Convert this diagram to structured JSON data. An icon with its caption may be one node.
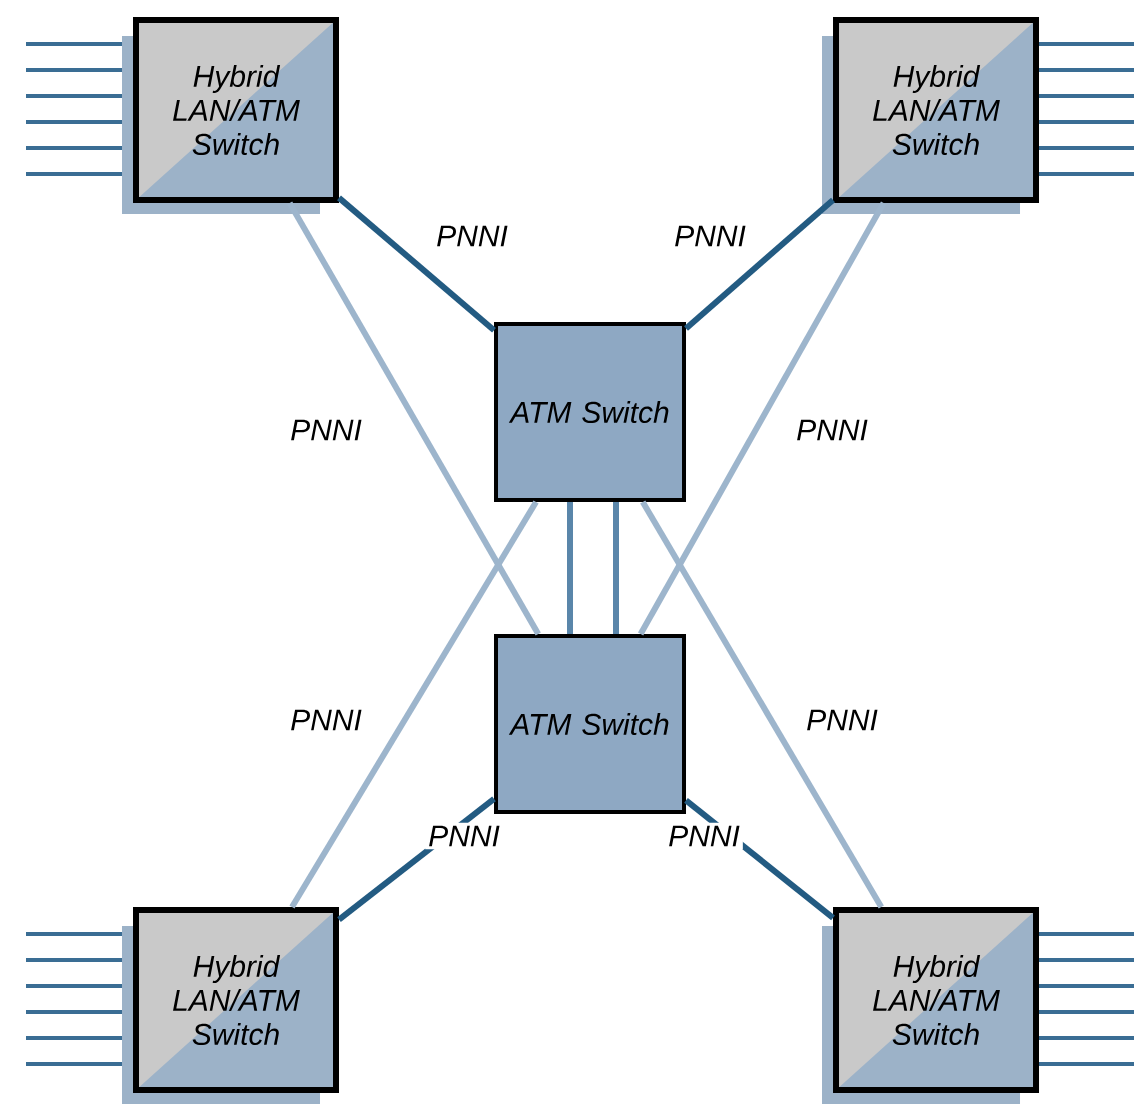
{
  "diagram": {
    "nodes": [
      {
        "text": [
          "Hybrid LAN/ATM Switch"
        ]
      },
      {
        "text": [
          "Hybrid LAN/ATM Switch"
        ]
      },
      {
        "text": [
          "ATM Switch"
        ]
      },
      {
        "text": [
          "ATM Switch"
        ]
      },
      {
        "text": [
          "Hybrid LAN/ATM Switch"
        ]
      },
      {
        "text": [
          "Hybrid LAN/ATM Switch"
        ]
      }
    ],
    "edges": [
      {
        "from": 0,
        "to": 2,
        "arrow": "none",
        "label": "PNNI"
      },
      {
        "from": 1,
        "to": 2,
        "arrow": "none",
        "label": "PNNI"
      },
      {
        "from": 0,
        "to": 3,
        "arrow": "none",
        "label": "PNNI",
        "color": "#9db5cc"
      },
      {
        "from": 1,
        "to": 3,
        "arrow": "none",
        "label": "PNNI",
        "color": "#9db5cc"
      },
      {
        "from": 2,
        "to": 3,
        "arrow": "none",
        "color": "#5a86aa"
      },
      {
        "from": 2,
        "to": 3,
        "arrow": "none",
        "color": "#5a86aa"
      },
      {
        "from": 4,
        "to": 2,
        "arrow": "none",
        "label": "PNNI",
        "color": "#9db5cc"
      },
      {
        "from": 5,
        "to": 2,
        "arrow": "none",
        "label": "PNNI",
        "color": "#9db5cc"
      },
      {
        "from": 4,
        "to": 3,
        "arrow": "none",
        "label": "PNNI"
      },
      {
        "from": 5,
        "to": 3,
        "arrow": "none",
        "label": "PNNI"
      }
    ]
  }
}
